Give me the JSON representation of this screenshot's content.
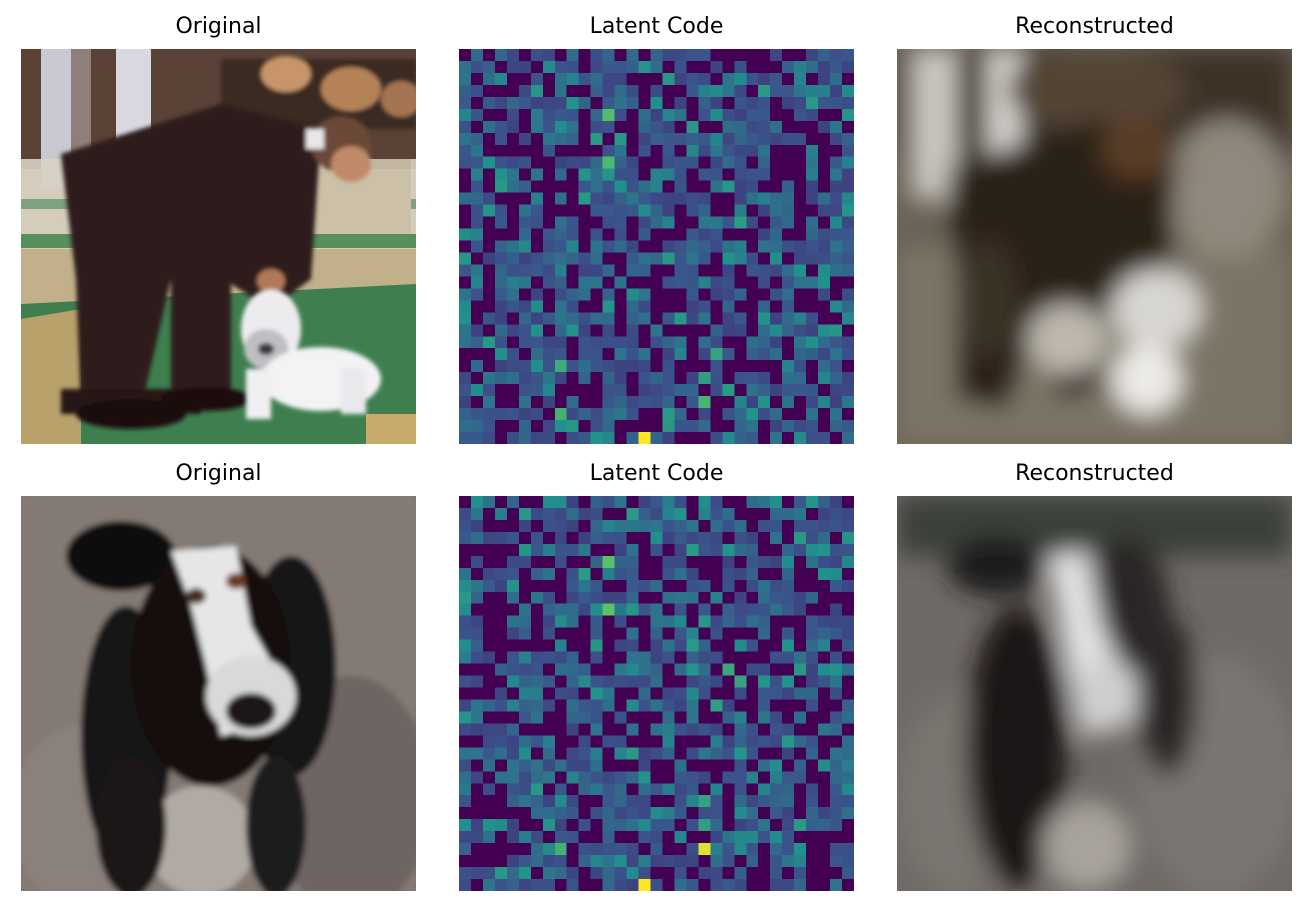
{
  "figure": {
    "rows": [
      {
        "original_title": "Original",
        "latent_title": "Latent Code",
        "reconstructed_title": "Reconstructed",
        "original_image": "person-in-dark-suit-with-white-poodle-on-green-show-carpet",
        "reconstructed_image": "blurry-reconstruction-of-person-and-white-poodle",
        "latent_seed": 17,
        "latent_bright_cells": [
          {
            "row": 5,
            "col": 12,
            "value": 0.7
          },
          {
            "row": 9,
            "col": 12,
            "value": 0.68
          },
          {
            "row": 13,
            "col": 2,
            "value": 0.52
          },
          {
            "row": 14,
            "col": 23,
            "value": 0.55
          },
          {
            "row": 17,
            "col": 22,
            "value": 0.5
          },
          {
            "row": 22,
            "col": 0,
            "value": 0.5
          },
          {
            "row": 25,
            "col": 21,
            "value": 0.58
          },
          {
            "row": 27,
            "col": 20,
            "value": 0.56
          },
          {
            "row": 26,
            "col": 8,
            "value": 0.62
          },
          {
            "row": 29,
            "col": 20,
            "value": 0.66
          },
          {
            "row": 30,
            "col": 8,
            "value": 0.64
          },
          {
            "row": 32,
            "col": 15,
            "value": 1.0
          }
        ]
      },
      {
        "original_title": "Original",
        "latent_title": "Latent Code",
        "reconstructed_title": "Reconstructed",
        "original_image": "bernese-mountain-dog-head-close-up",
        "reconstructed_image": "blurry-reconstruction-of-dog-head",
        "latent_seed": 29,
        "latent_bright_cells": [
          {
            "row": 5,
            "col": 12,
            "value": 0.72
          },
          {
            "row": 9,
            "col": 12,
            "value": 0.72
          },
          {
            "row": 14,
            "col": 22,
            "value": 0.6
          },
          {
            "row": 15,
            "col": 23,
            "value": 0.58
          },
          {
            "row": 17,
            "col": 21,
            "value": 0.56
          },
          {
            "row": 18,
            "col": 0,
            "value": 0.52
          },
          {
            "row": 25,
            "col": 20,
            "value": 0.58
          },
          {
            "row": 27,
            "col": 20,
            "value": 0.56
          },
          {
            "row": 29,
            "col": 8,
            "value": 0.64
          },
          {
            "row": 29,
            "col": 20,
            "value": 0.95
          },
          {
            "row": 32,
            "col": 15,
            "value": 1.0
          }
        ]
      }
    ]
  }
}
